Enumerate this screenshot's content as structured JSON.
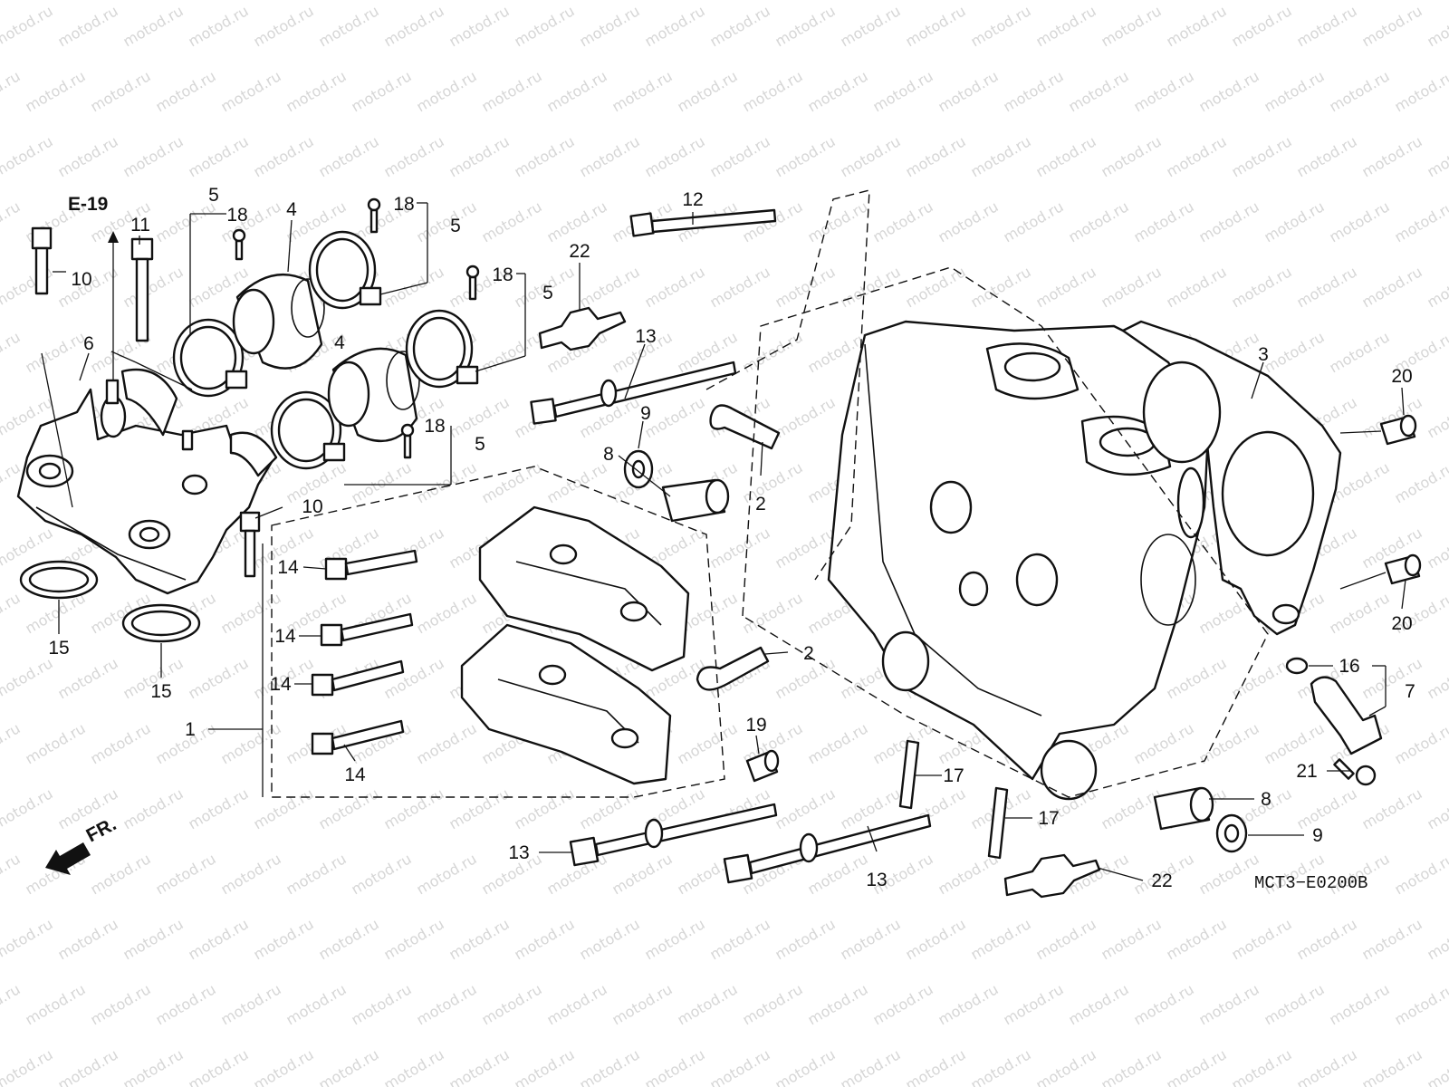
{
  "diagram": {
    "ref_code": "MCT3−E0200B",
    "section_ref": "E-19",
    "front_mark": "FR.",
    "watermark": "motod.ru",
    "callouts": [
      {
        "id": "c1",
        "text": "1"
      },
      {
        "id": "c2a",
        "text": "2"
      },
      {
        "id": "c2b",
        "text": "2"
      },
      {
        "id": "c3",
        "text": "3"
      },
      {
        "id": "c4a",
        "text": "4"
      },
      {
        "id": "c4b",
        "text": "4"
      },
      {
        "id": "c5a",
        "text": "5"
      },
      {
        "id": "c5b",
        "text": "5"
      },
      {
        "id": "c5c",
        "text": "5"
      },
      {
        "id": "c5d",
        "text": "5"
      },
      {
        "id": "c6",
        "text": "6"
      },
      {
        "id": "c7",
        "text": "7"
      },
      {
        "id": "c8a",
        "text": "8"
      },
      {
        "id": "c8b",
        "text": "8"
      },
      {
        "id": "c9a",
        "text": "9"
      },
      {
        "id": "c9b",
        "text": "9"
      },
      {
        "id": "c10a",
        "text": "10"
      },
      {
        "id": "c10b",
        "text": "10"
      },
      {
        "id": "c11",
        "text": "11"
      },
      {
        "id": "c12",
        "text": "12"
      },
      {
        "id": "c13a",
        "text": "13"
      },
      {
        "id": "c13b",
        "text": "13"
      },
      {
        "id": "c13c",
        "text": "13"
      },
      {
        "id": "c14a",
        "text": "14"
      },
      {
        "id": "c14b",
        "text": "14"
      },
      {
        "id": "c14c",
        "text": "14"
      },
      {
        "id": "c14d",
        "text": "14"
      },
      {
        "id": "c15a",
        "text": "15"
      },
      {
        "id": "c15b",
        "text": "15"
      },
      {
        "id": "c16",
        "text": "16"
      },
      {
        "id": "c17a",
        "text": "17"
      },
      {
        "id": "c17b",
        "text": "17"
      },
      {
        "id": "c18a",
        "text": "18"
      },
      {
        "id": "c18b",
        "text": "18"
      },
      {
        "id": "c18c",
        "text": "18"
      },
      {
        "id": "c18d",
        "text": "18"
      },
      {
        "id": "c19",
        "text": "19"
      },
      {
        "id": "c20a",
        "text": "20"
      },
      {
        "id": "c20b",
        "text": "20"
      },
      {
        "id": "c21",
        "text": "21"
      },
      {
        "id": "c22a",
        "text": "22"
      },
      {
        "id": "c22b",
        "text": "22"
      }
    ]
  }
}
